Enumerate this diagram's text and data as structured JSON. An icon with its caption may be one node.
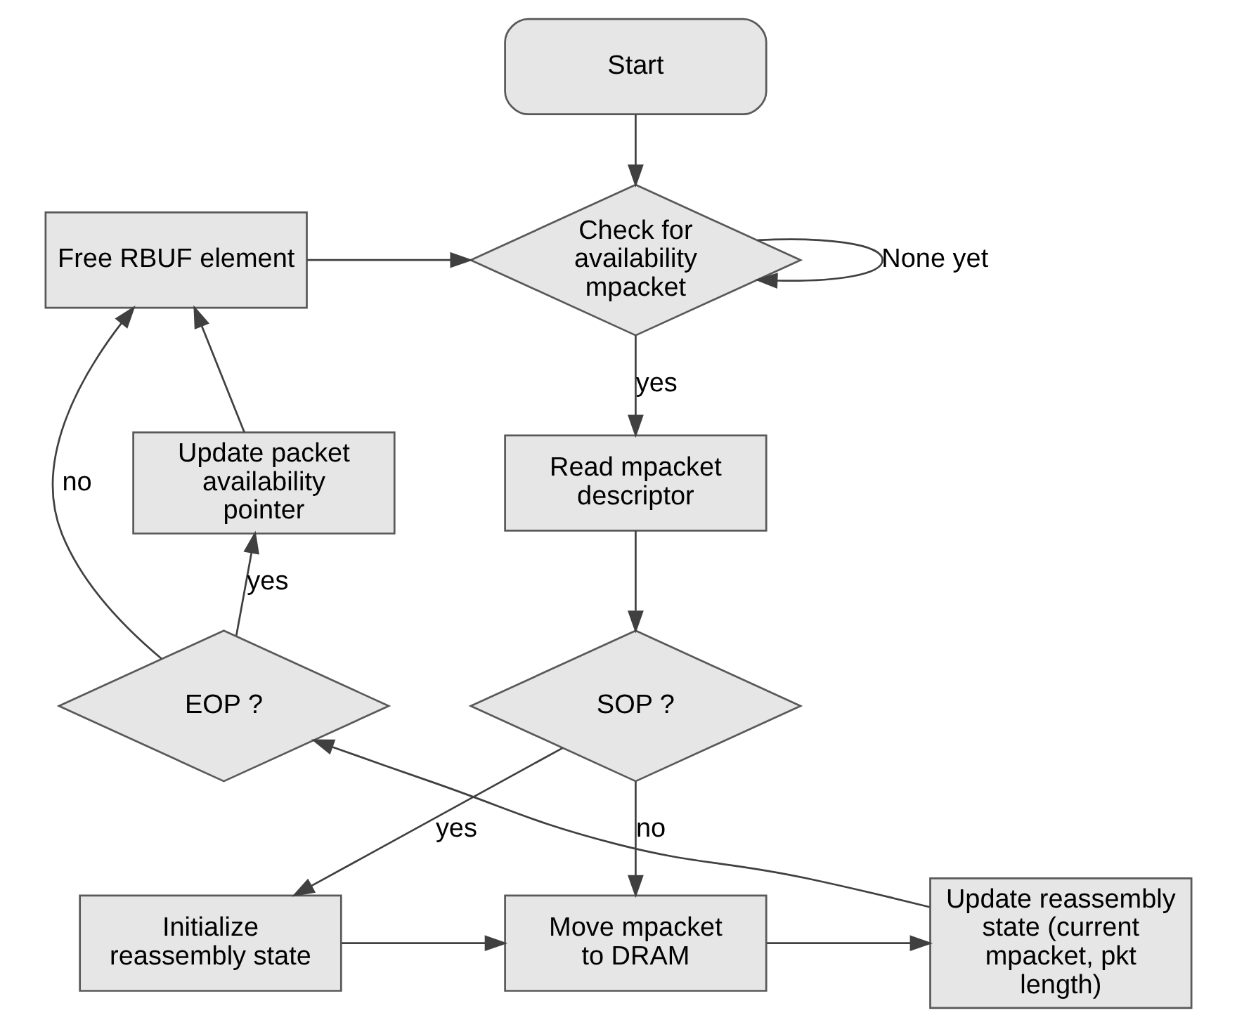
{
  "diagram": {
    "nodes": [
      {
        "text": [
          "Start"
        ]
      },
      {
        "text": [
          "Check for availability mpacket"
        ]
      },
      {
        "text": [
          "Read mpacket descriptor"
        ]
      },
      {
        "text": [
          "SOP ?"
        ]
      },
      {
        "text": [
          "Initialize reassembly state"
        ]
      },
      {
        "text": [
          "Move mpacket to DRAM"
        ]
      },
      {
        "text": [
          "Update reassembly state (current mpacket, pkt length)"
        ]
      },
      {
        "text": [
          "EOP ?"
        ]
      },
      {
        "text": [
          "Update packet availability pointer"
        ]
      },
      {
        "text": [
          "Free RBUF element"
        ]
      }
    ],
    "edges": [
      {
        "from": 0,
        "to": 1,
        "arrow": "to"
      },
      {
        "from": 1,
        "to": 1,
        "arrow": "to",
        "label": "None yet"
      },
      {
        "from": 1,
        "to": 2,
        "arrow": "to",
        "label": "yes"
      },
      {
        "from": 2,
        "to": 3,
        "arrow": "to"
      },
      {
        "from": 3,
        "to": 4,
        "arrow": "to",
        "label": "yes"
      },
      {
        "from": 3,
        "to": 5,
        "arrow": "to",
        "label": "no"
      },
      {
        "from": 4,
        "to": 5,
        "arrow": "to"
      },
      {
        "from": 5,
        "to": 6,
        "arrow": "to"
      },
      {
        "from": 6,
        "to": 7,
        "arrow": "to"
      },
      {
        "from": 7,
        "to": 8,
        "arrow": "to",
        "label": "yes"
      },
      {
        "from": 7,
        "to": 9,
        "arrow": "to",
        "label": "no"
      },
      {
        "from": 8,
        "to": 9,
        "arrow": "to"
      },
      {
        "from": 9,
        "to": 1,
        "arrow": "to"
      }
    ]
  }
}
